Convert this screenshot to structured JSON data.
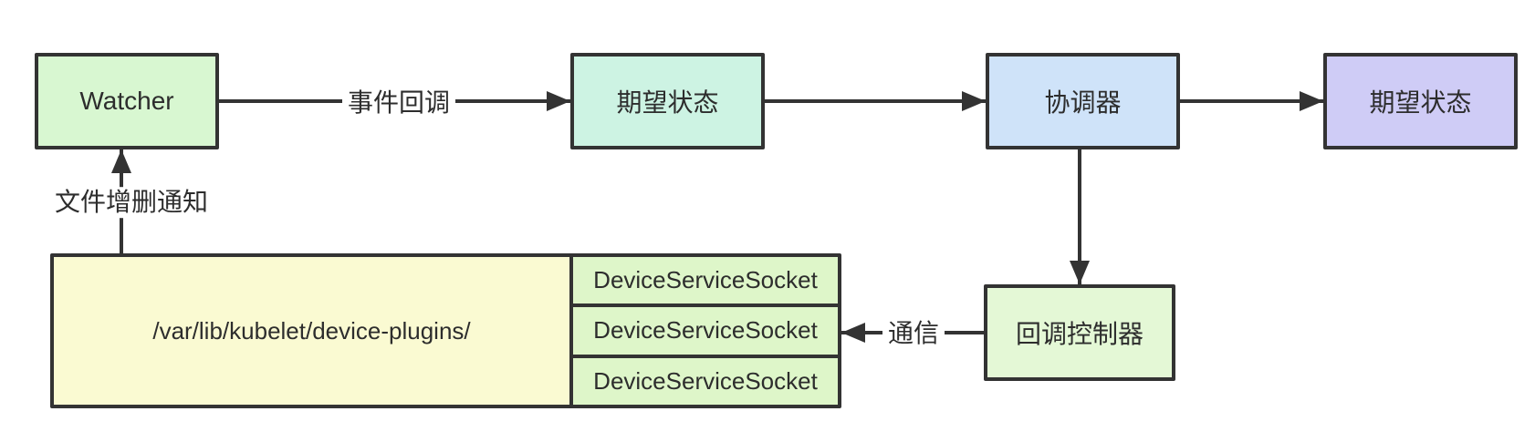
{
  "diagram": {
    "background": "#ffffff",
    "nodes": {
      "watcher": {
        "label": "Watcher",
        "fill": "#d8f7d1"
      },
      "desired_state_left": {
        "label": "期望状态",
        "fill": "#cdf3e3"
      },
      "coordinator": {
        "label": "协调器",
        "fill": "#cfe3f9"
      },
      "desired_state_right": {
        "label": "期望状态",
        "fill": "#cfccf6"
      },
      "plugin_dir": {
        "label": "/var/lib/kubelet/device-plugins/",
        "fill": "#fafad2"
      },
      "sockets": [
        {
          "label": "DeviceServiceSocket"
        },
        {
          "label": "DeviceServiceSocket"
        },
        {
          "label": "DeviceServiceSocket"
        }
      ],
      "socket_fill": "#def6c9",
      "callback_controller": {
        "label": "回调控制器",
        "fill": "#e4f8d6"
      }
    },
    "edges": {
      "event_callback": {
        "label": "事件回调",
        "from": "Watcher",
        "to": "期望状态"
      },
      "desired_to_coordinator": {
        "label": "",
        "from": "期望状态",
        "to": "协调器"
      },
      "coordinator_to_desired": {
        "label": "",
        "from": "协调器",
        "to": "期望状态"
      },
      "coordinator_to_callback": {
        "label": "",
        "from": "协调器",
        "to": "回调控制器"
      },
      "communication": {
        "label": "通信",
        "from": "回调控制器",
        "to": "DeviceServiceSocket"
      },
      "file_change_notification": {
        "label": "文件增删通知",
        "from": "/var/lib/kubelet/device-plugins/",
        "to": "Watcher"
      }
    },
    "colors": {
      "line": "#333333",
      "border": "#333333",
      "text": "#2d2d2d"
    }
  }
}
